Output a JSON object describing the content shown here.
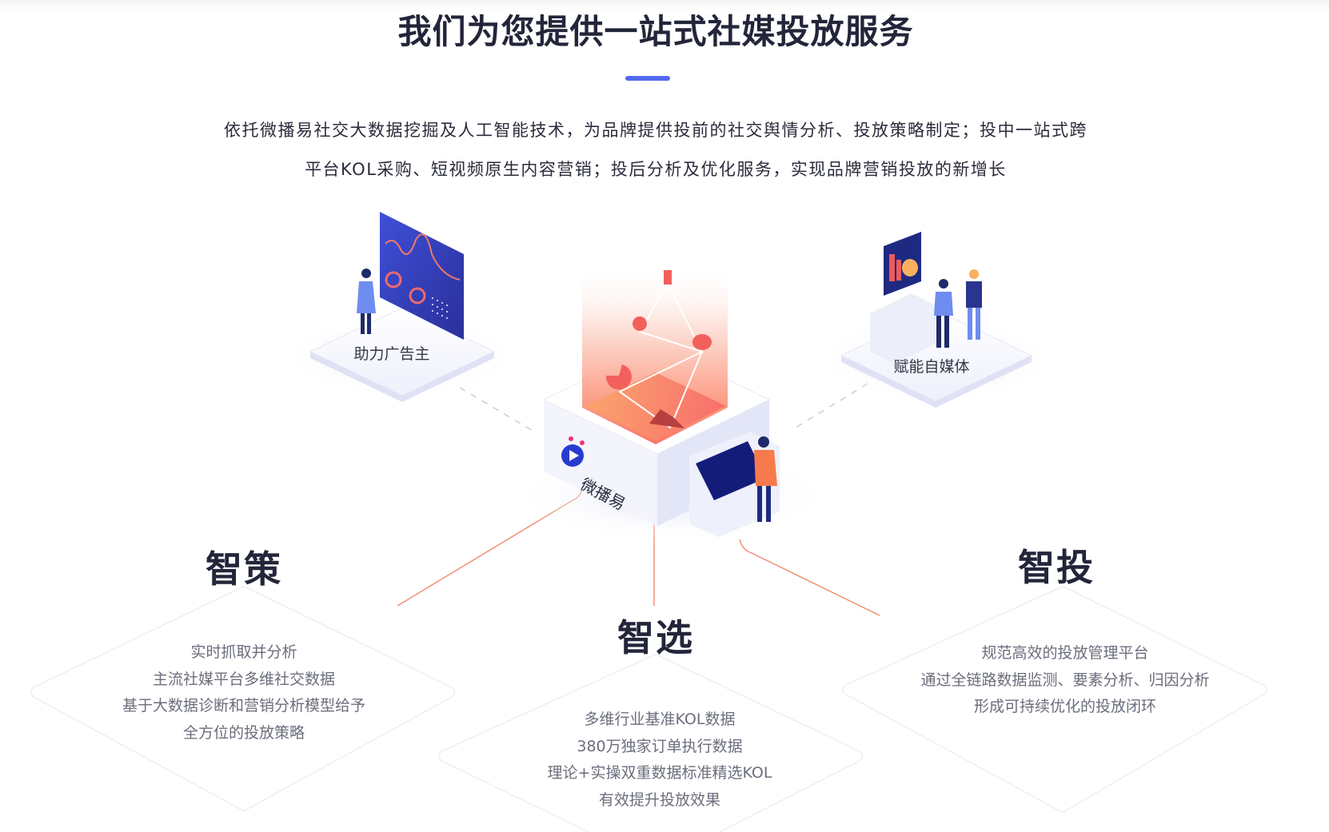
{
  "header": {
    "title": "我们为您提供一站式社媒投放服务",
    "accent_color": "#5468f0"
  },
  "intro": {
    "line1": "依托微播易社交大数据挖掘及人工智能技术，为品牌提供投前的社交舆情分析、投放策略制定；投中一站式跨",
    "line2": "平台KOL采购、短视频原生内容营销；投后分析及优化服务，实现品牌营销投放的新增长"
  },
  "illustration": {
    "left_platform_label": "助力广告主",
    "right_platform_label": "赋能自媒体",
    "center_brand": "微播易",
    "connector_color": "#f08a6c"
  },
  "pillars": [
    {
      "heading": "智策",
      "lines": [
        "实时抓取并分析",
        "主流社媒平台多维社交数据",
        "基于大数据诊断和营销分析模型给予",
        "全方位的投放策略"
      ]
    },
    {
      "heading": "智选",
      "lines": [
        "多维行业基准KOL数据",
        "380万独家订单执行数据",
        "理论+实操双重数据标准精选KOL",
        "有效提升投放效果"
      ]
    },
    {
      "heading": "智投",
      "lines": [
        "规范高效的投放管理平台",
        "通过全链路数据监测、要素分析、归因分析",
        "形成可持续优化的投放闭环"
      ]
    }
  ]
}
